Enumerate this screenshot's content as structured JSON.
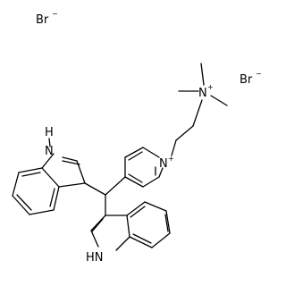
{
  "molecule": {
    "counter_ion_1": {
      "symbol": "Br",
      "charge": "−"
    },
    "counter_ion_2": {
      "symbol": "Br",
      "charge": "−"
    },
    "ammonium": {
      "symbol": "N",
      "charge": "+"
    },
    "pyridinium": {
      "symbol": "N",
      "charge": "+"
    },
    "indole_nh_top": {
      "symbol": "H",
      "n_symbol": "N"
    },
    "indole_nh_bottom": {
      "symbol": "HN"
    }
  }
}
